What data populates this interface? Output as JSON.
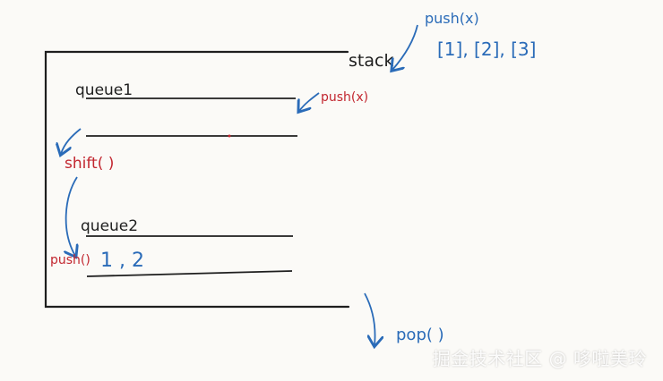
{
  "labels": {
    "stack": "stack",
    "top_push": "push(x)",
    "top_values": "[1], [2], [3]",
    "queue1": "queue1",
    "queue1_push": "push(x)",
    "shift": "shift( )",
    "queue2": "queue2",
    "queue2_push": "push()",
    "queue2_values": "1 , 2",
    "pop": "pop( )"
  },
  "watermark": "掘金技术社区 @ 哆啦美玲",
  "colors": {
    "ink": "#1e1e1e",
    "blue": "#2a6bb8",
    "red": "#c2262f",
    "background": "#fbfaf7"
  }
}
